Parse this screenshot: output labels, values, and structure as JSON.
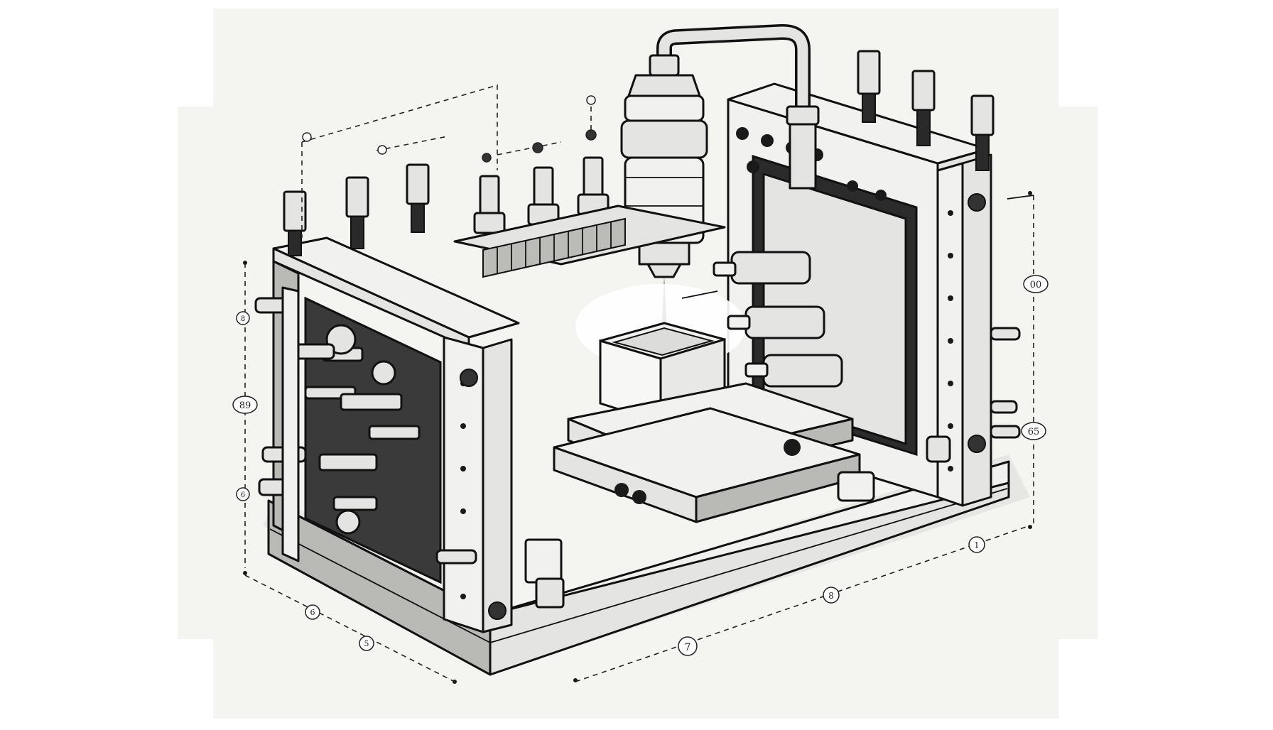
{
  "figure": {
    "kind": "isometric technical illustration of an injection mold machine",
    "background_color": "#f4f4f1",
    "ink_color": "#111111"
  },
  "dimension_labels": {
    "right_upper": "00",
    "left_upper": "89",
    "right_lower": "65",
    "bottom_right": "1",
    "bottom_mid": "8",
    "bottom_center": "7",
    "bottom_left_a": "6",
    "bottom_left_b": "5",
    "left_small_a": "8",
    "left_small_b": "6"
  }
}
